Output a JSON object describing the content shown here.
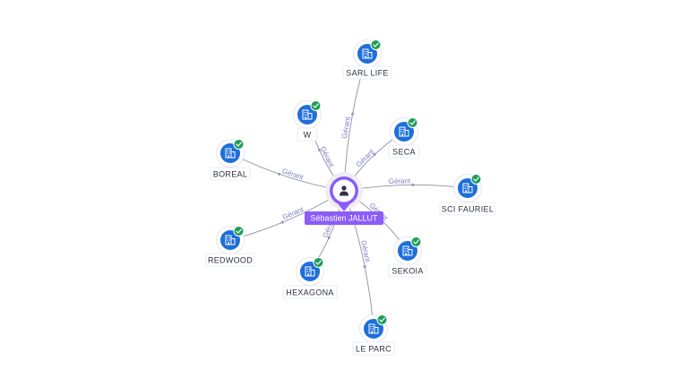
{
  "center": {
    "name": "Sébastien JALLUT",
    "icon": "person-icon",
    "color": "#8b5cf6"
  },
  "edge_label": "Gérant",
  "company_icon": "building-icon",
  "badge_icon": "check-icon",
  "colors": {
    "company_icon_bg": "#1e6fd9",
    "badge": "#1f9d57",
    "edge": "#8a8fa8",
    "edge_label": "#7b7fc4"
  },
  "companies": [
    {
      "id": "sarl-life",
      "name": "SARL LIFE"
    },
    {
      "id": "w",
      "name": "W"
    },
    {
      "id": "seca",
      "name": "SECA"
    },
    {
      "id": "boreal",
      "name": "BOREAL"
    },
    {
      "id": "sci-fauriel",
      "name": "SCI FAURIEL"
    },
    {
      "id": "redwood",
      "name": "REDWOOD"
    },
    {
      "id": "sekoia",
      "name": "SEKOIA"
    },
    {
      "id": "hexagona",
      "name": "HEXAGONA"
    },
    {
      "id": "le-parc",
      "name": "LE PARC"
    }
  ]
}
